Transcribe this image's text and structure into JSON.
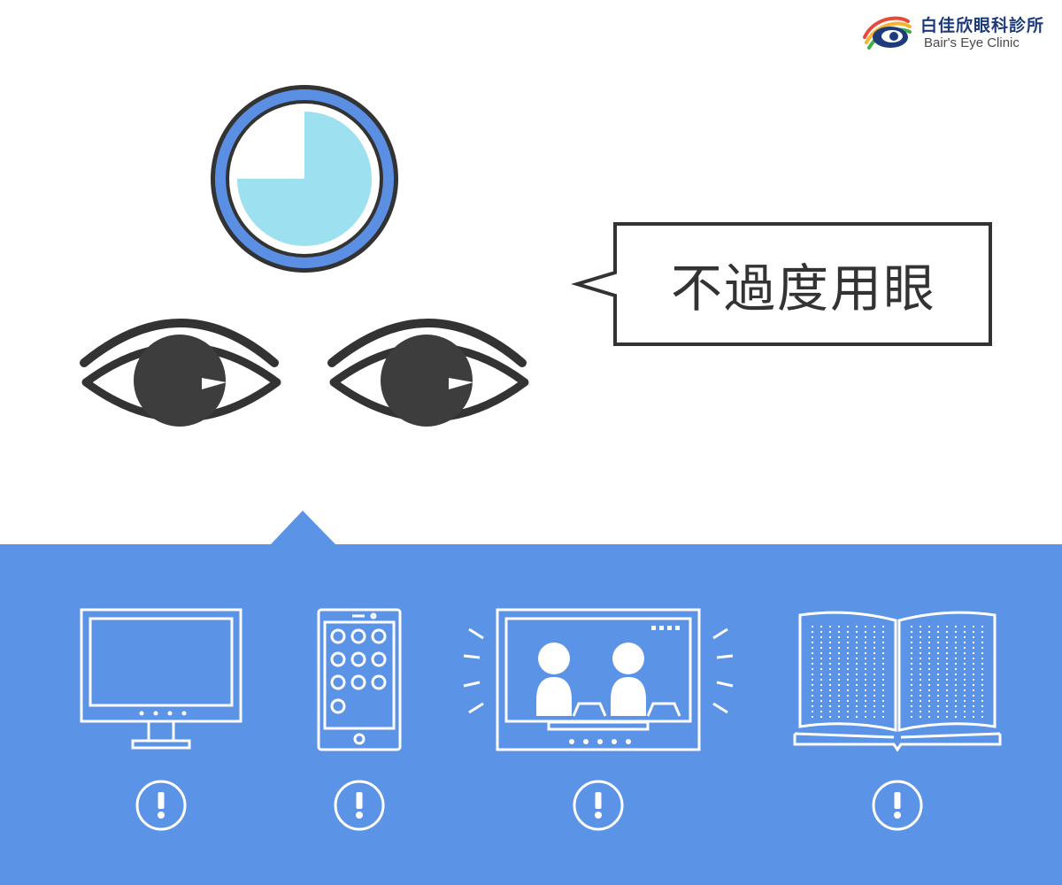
{
  "brand": {
    "name_zh": "白佳欣眼科診所",
    "name_en": "Bair's Eye Clinic",
    "icon": "clinic-logo-icon"
  },
  "message": "不過度用眼",
  "icons": {
    "clock": "clock-icon",
    "eyes": "eyes-icon",
    "devices": [
      "monitor-icon",
      "tablet-icon",
      "tv-icon",
      "book-icon"
    ],
    "warning": "warning-icon"
  },
  "colors": {
    "panel_blue": "#5b93e6",
    "clock_ring": "#5b8fe3",
    "clock_fill": "#9de0f0",
    "ink": "#333333",
    "line_white": "#ffffff",
    "brand_navy": "#1d3a7a"
  }
}
